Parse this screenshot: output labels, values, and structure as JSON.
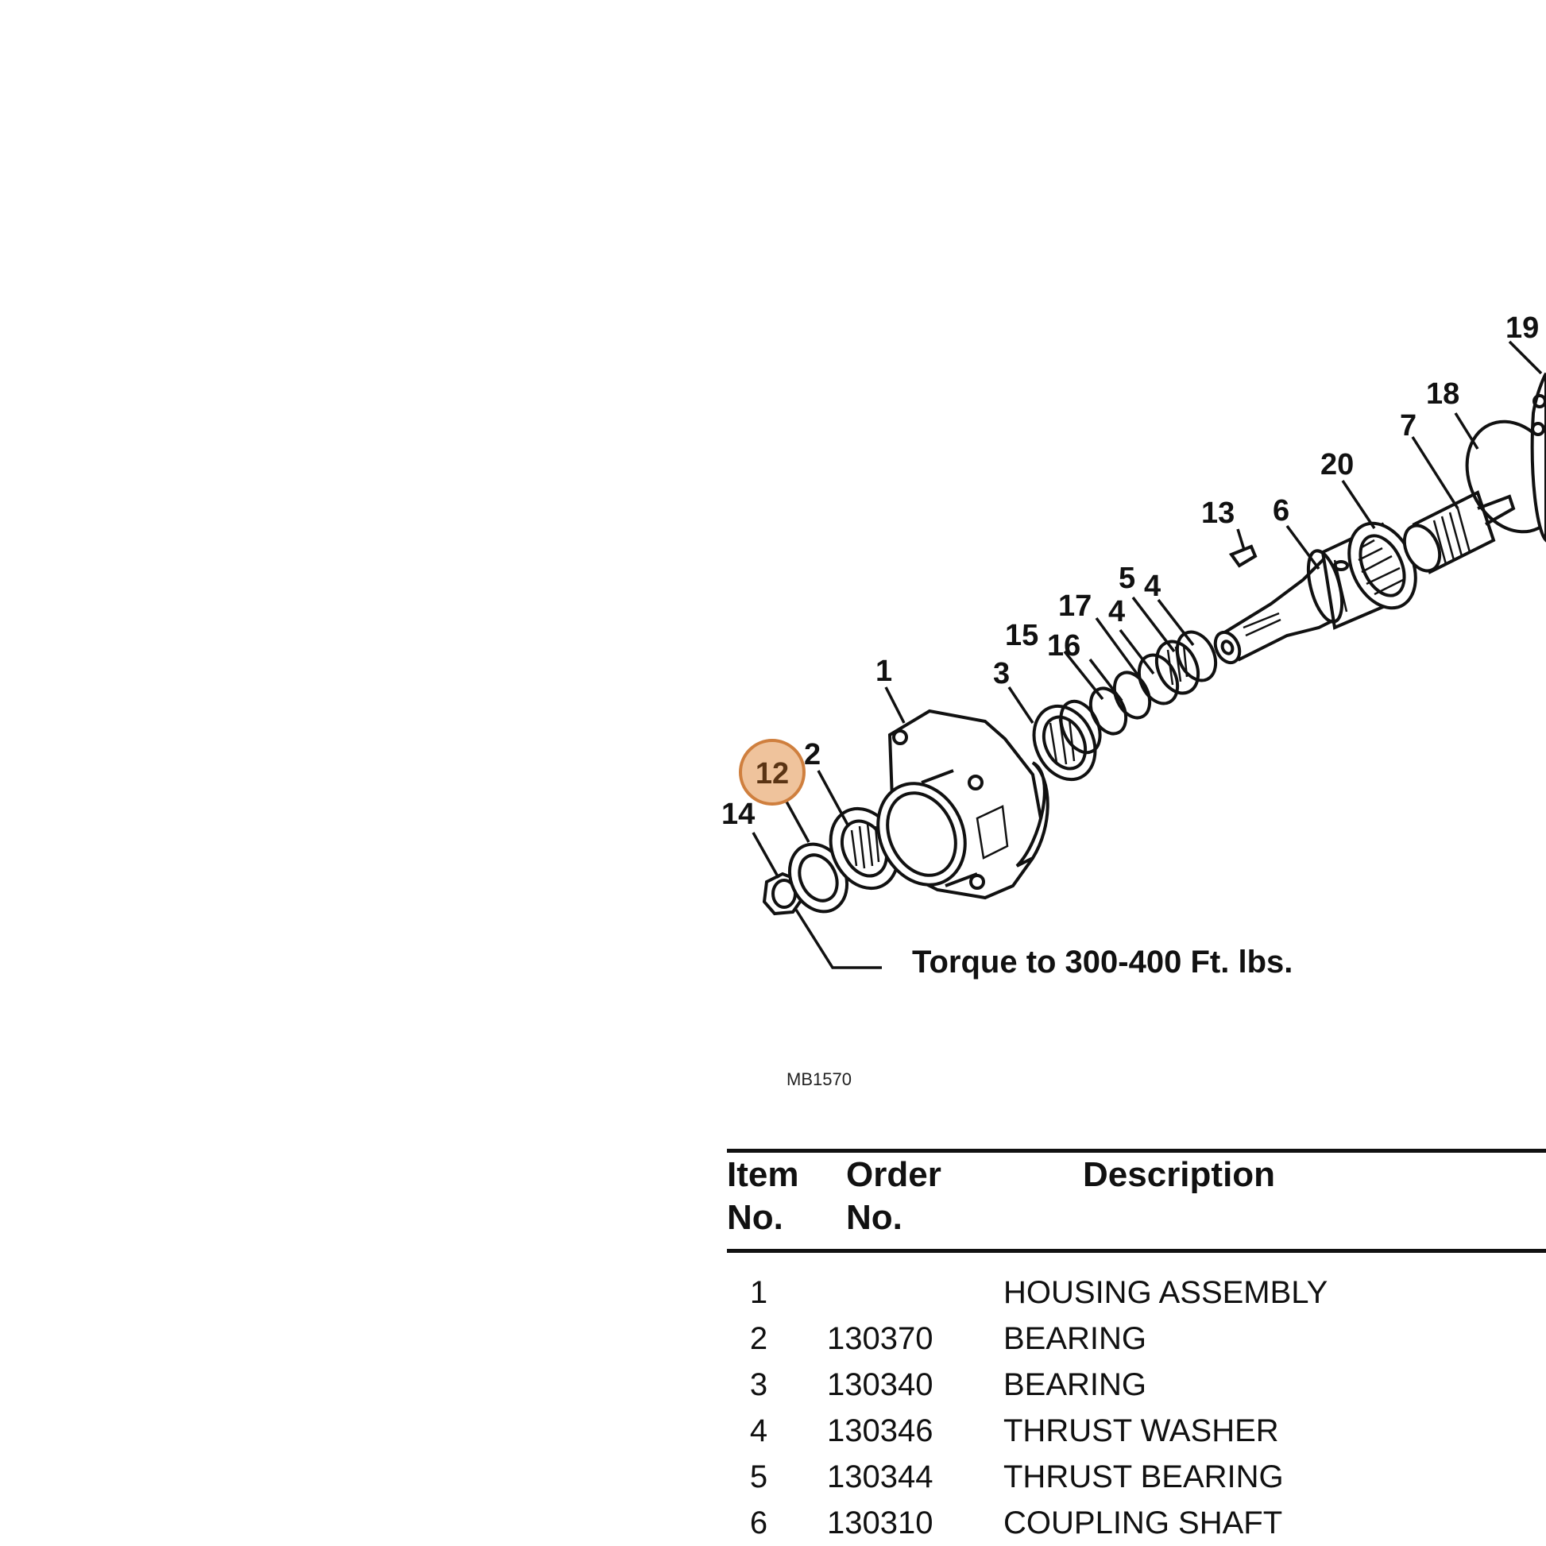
{
  "diagram": {
    "figure_id": "MB1570",
    "torque_note": "Torque to 300-400 Ft. lbs.",
    "highlight_label": "12",
    "highlight_color": "#efc39c",
    "callouts": [
      "19",
      "18",
      "7",
      "20",
      "13",
      "6",
      "5",
      "4",
      "17",
      "4",
      "15",
      "16",
      "3",
      "1",
      "2",
      "14"
    ]
  },
  "table": {
    "headers": {
      "item_line1": "Item",
      "item_line2": "No.",
      "order_line1": "Order",
      "order_line2": "No.",
      "description": "Description"
    },
    "rows": [
      {
        "item": "1",
        "order": "",
        "description": "HOUSING ASSEMBLY"
      },
      {
        "item": "2",
        "order": "130370",
        "description": "BEARING"
      },
      {
        "item": "3",
        "order": "130340",
        "description": "BEARING"
      },
      {
        "item": "4",
        "order": "130346",
        "description": "THRUST WASHER"
      },
      {
        "item": "5",
        "order": "130344",
        "description": "THRUST BEARING"
      },
      {
        "item": "6",
        "order": "130310",
        "description": "COUPLING SHAFT"
      }
    ]
  }
}
